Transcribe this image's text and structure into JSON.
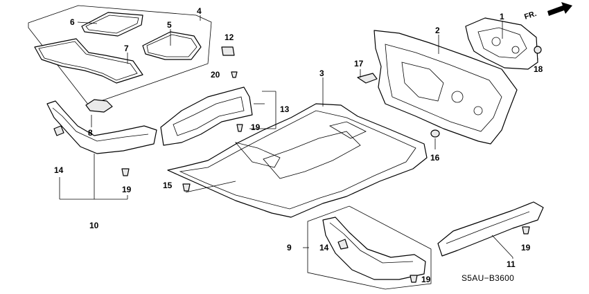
{
  "diagram": {
    "code": "S5AU−B3600",
    "direction": "FR.",
    "callouts": {
      "c1": "1",
      "c2": "2",
      "c3": "3",
      "c4": "4",
      "c5": "5",
      "c6": "6",
      "c7": "7",
      "c8": "8",
      "c9": "9",
      "c10": "10",
      "c11": "11",
      "c12": "12",
      "c13": "13",
      "c14a": "14",
      "c14b": "14",
      "c15": "15",
      "c16": "16",
      "c17": "17",
      "c18": "18",
      "c19a": "19",
      "c19b": "19",
      "c19c": "19",
      "c19d": "19",
      "c20": "20"
    }
  }
}
